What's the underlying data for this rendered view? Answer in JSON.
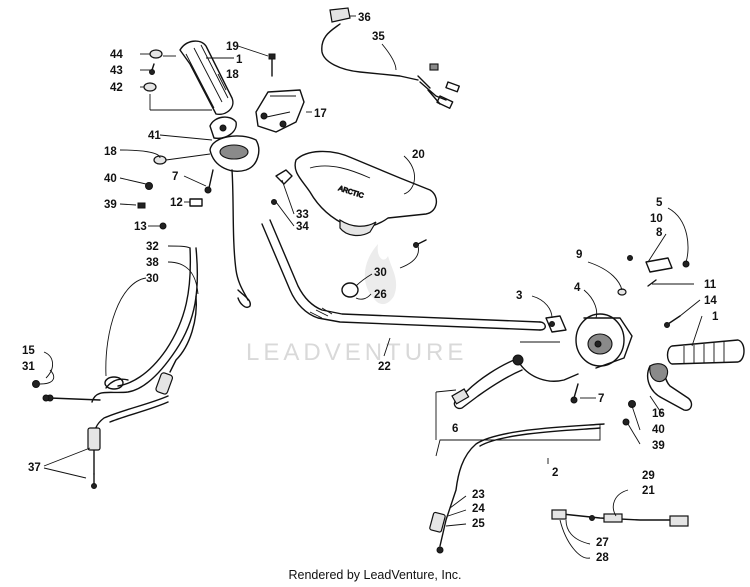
{
  "watermark": "LEADVENTURE",
  "footer": "Rendered by LeadVenture, Inc.",
  "callouts": {
    "c1_left": "1",
    "c2": "2",
    "c3": "3",
    "c4": "4",
    "c5": "5",
    "c6": "6",
    "c7_left": "7",
    "c7_right": "7",
    "c8": "8",
    "c9": "9",
    "c10": "10",
    "c11": "11",
    "c12": "12",
    "c13": "13",
    "c14": "14",
    "c15": "15",
    "c16": "16",
    "c17": "17",
    "c18_top": "18",
    "c18_left": "18",
    "c19": "19",
    "c20": "20",
    "c21": "21",
    "c22": "22",
    "c23": "23",
    "c24": "24",
    "c25": "25",
    "c26": "26",
    "c27": "27",
    "c28": "28",
    "c29": "29",
    "c30_left": "30",
    "c30_mid": "30",
    "c31": "31",
    "c32": "32",
    "c33": "33",
    "c34": "34",
    "c35": "35",
    "c36": "36",
    "c37": "37",
    "c38": "38",
    "c39_left": "39",
    "c39_right": "39",
    "c40_left": "40",
    "c40_right": "40",
    "c41": "41",
    "c42": "42",
    "c43": "43",
    "c44": "44",
    "c1_right": "1"
  }
}
